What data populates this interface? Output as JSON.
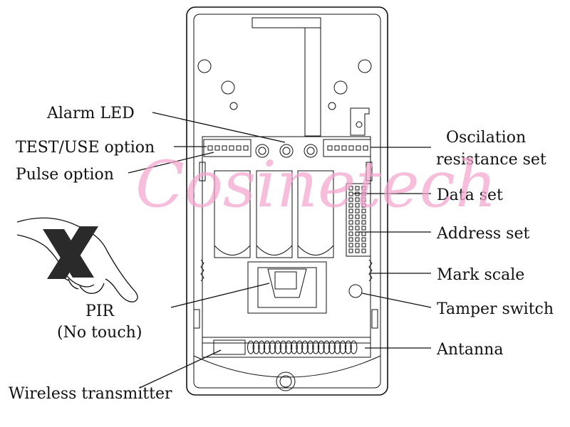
{
  "labels": {
    "alarm_led": "Alarm LED",
    "test_use_option": "TEST/USE option",
    "pulse_option": "Pulse option",
    "pir_line1": "PIR",
    "pir_line2": "(No touch)",
    "wireless_transmitter": "Wireless transmitter",
    "oscilation_line1": "Oscilation",
    "oscilation_line2": "resistance set",
    "data_set": "Data set",
    "address_set": "Address set",
    "mark_scale": "Mark scale",
    "tamper_switch": "Tamper switch",
    "antanna": "Antanna"
  },
  "watermark": "Cosinetech",
  "colors": {
    "line": "#111111",
    "watermark": "#f4a6cf",
    "background": "#ffffff"
  },
  "icons": {
    "hand": "hand-pointing-icon",
    "no_touch": "cross-x-icon"
  }
}
